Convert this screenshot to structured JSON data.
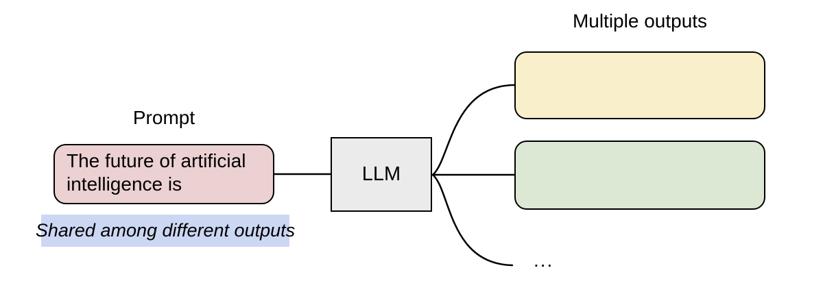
{
  "diagram": {
    "background": "#ffffff",
    "stroke_color": "#000000",
    "prompt": {
      "label": "Prompt",
      "box_text": "The future of artificial intelligence is",
      "box_fill": "#ecd1d2",
      "note_text": "Shared among different outputs",
      "note_fill": "#ccd7f3"
    },
    "llm": {
      "label": "LLM",
      "box_fill": "#ebebeb"
    },
    "outputs": {
      "label": "Multiple outputs",
      "boxes": [
        {
          "fill": "#f9efcb"
        },
        {
          "fill": "#dde8d4"
        }
      ],
      "ellipsis": "..."
    }
  }
}
